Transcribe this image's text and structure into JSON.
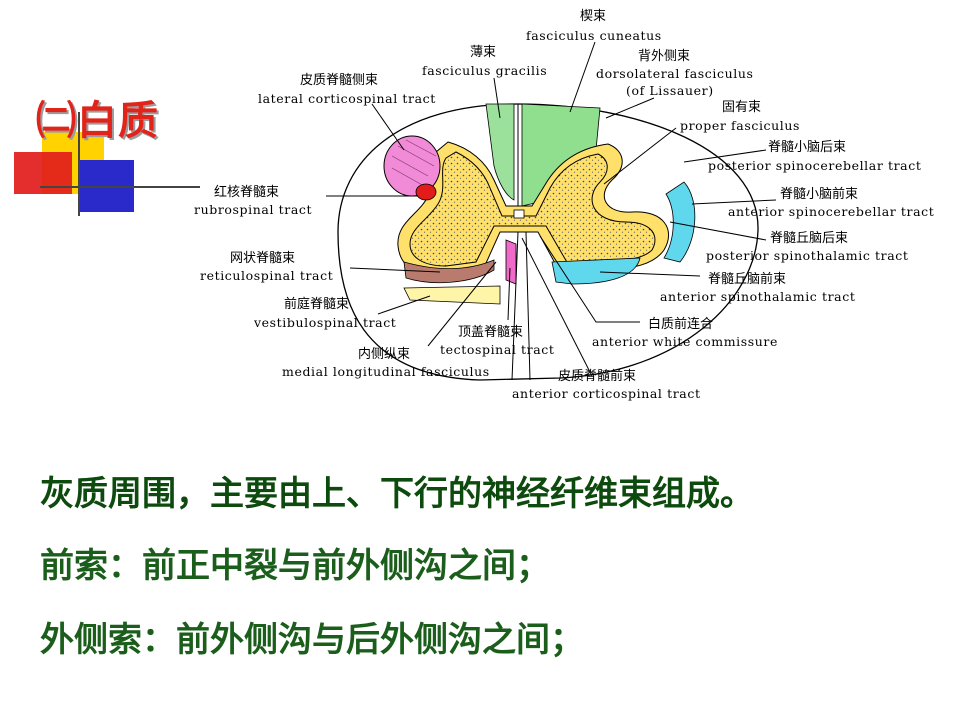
{
  "slide": {
    "title": "㈡白质",
    "lines": [
      "灰质周围，主要由上、下行的神经纤维束组成。",
      "前索：前正中裂与前外侧沟之间；",
      "外侧索：前外侧沟与后外侧沟之间；"
    ]
  },
  "colors": {
    "title": "#e2231a",
    "text_line1": "#0d4a0d",
    "text_lines": "#1b5e1b",
    "deco_yellow": "#ffd200",
    "deco_red": "#e21b1b",
    "deco_blue": "#2a2acb"
  },
  "labels": {
    "fasciculus_cuneatus": {
      "zh": "楔束",
      "en": "fasciculus cuneatus"
    },
    "fasciculus_gracilis": {
      "zh": "薄束",
      "en": "fasciculus gracilis"
    },
    "dorsolateral": {
      "zh": "背外侧束",
      "en": "dorsolateral fasciculus",
      "en2": "(of Lissauer)"
    },
    "lateral_corticospinal": {
      "zh": "皮质脊髓侧束",
      "en": "lateral corticospinal tract"
    },
    "proper_fasciculus": {
      "zh": "固有束",
      "en": "proper fasciculus"
    },
    "posterior_spinocerebellar": {
      "zh": "脊髓小脑后束",
      "en": "posterior spinocerebellar tract"
    },
    "rubrospinal": {
      "zh": "红核脊髓束",
      "en": "rubrospinal tract"
    },
    "anterior_spinocerebellar": {
      "zh": "脊髓小脑前束",
      "en": "anterior spinocerebellar tract"
    },
    "posterior_spinothalamic": {
      "zh": "脊髓丘脑后束",
      "en": "posterior spinothalamic tract"
    },
    "reticulospinal": {
      "zh": "网状脊髓束",
      "en": "reticulospinal tract"
    },
    "anterior_spinothalamic": {
      "zh": "脊髓丘脑前束",
      "en": "anterior spinothalamic tract"
    },
    "vestibulospinal": {
      "zh": "前庭脊髓束",
      "en": "vestibulospinal tract"
    },
    "anterior_white_commissure": {
      "zh": "白质前连合",
      "en": "anterior white commissure"
    },
    "tectospinal": {
      "zh": "顶盖脊髓束",
      "en": "tectospinal tract"
    },
    "medial_longitudinal": {
      "zh": "内侧纵束",
      "en": "medial longitudinal fasciculus"
    },
    "anterior_corticospinal": {
      "zh": "皮质脊髓前束",
      "en": "anterior corticospinal tract"
    }
  }
}
